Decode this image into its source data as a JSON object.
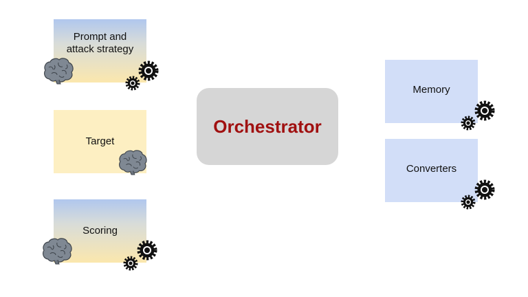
{
  "diagram": {
    "center": {
      "label": "Orchestrator"
    },
    "components": [
      {
        "label": "Prompt and attack strategy",
        "icons": [
          "brain-icon",
          "gear-icon"
        ]
      },
      {
        "label": "Target",
        "icons": [
          "brain-icon"
        ]
      },
      {
        "label": "Scoring",
        "icons": [
          "brain-icon",
          "gear-icon"
        ]
      },
      {
        "label": "Memory",
        "icons": [
          "gear-icon"
        ]
      },
      {
        "label": "Converters",
        "icons": [
          "gear-icon"
        ]
      }
    ]
  },
  "colors": {
    "orchestrator_text": "#a01010",
    "orchestrator_fill": "#d6d6d6",
    "box_yellow": "#fdefc2",
    "box_blue": "#d2def8",
    "gradient_top": "#b0c7ee",
    "gradient_bottom": "#fbe7ad"
  }
}
